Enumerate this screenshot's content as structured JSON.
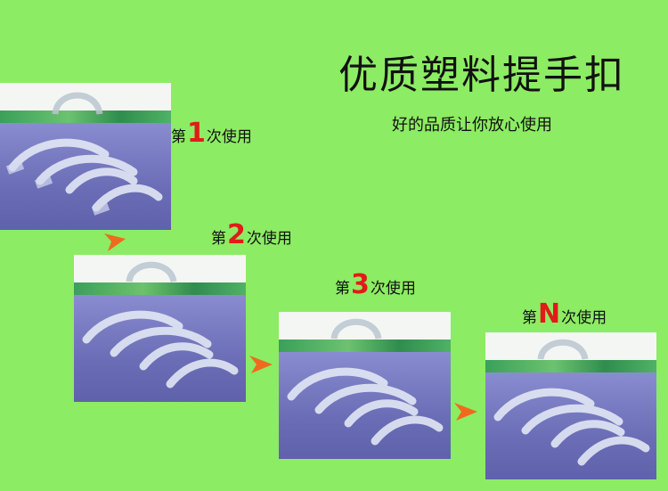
{
  "title": "优质塑料提手扣",
  "subtitle": "好的品质让你放心使用",
  "usages": [
    {
      "prefix": "第",
      "number": "1",
      "suffix": "次使用"
    },
    {
      "prefix": "第",
      "number": "2",
      "suffix": "次使用"
    },
    {
      "prefix": "第",
      "number": "3",
      "suffix": "次使用"
    },
    {
      "prefix": "第",
      "number": "N",
      "suffix": "次使用"
    }
  ],
  "colors": {
    "background": "#8cec63",
    "number": "#e21a1a",
    "arrow": "#f06a1e",
    "product_backdrop": "#6f70b8"
  },
  "icons": [
    "handle-photo",
    "arrow-icon"
  ]
}
